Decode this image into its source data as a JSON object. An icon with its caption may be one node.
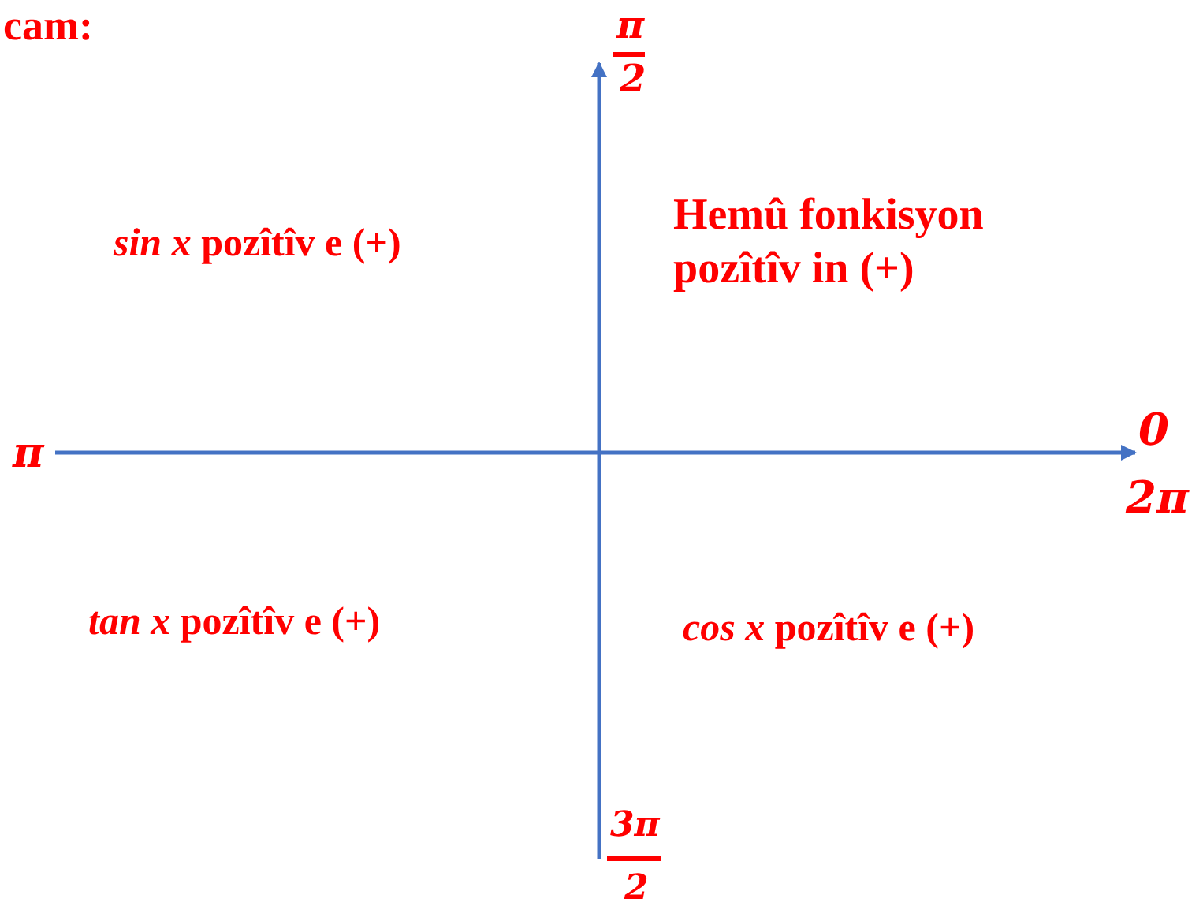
{
  "diagram": {
    "labels": [
      "cam:",
      "π",
      "2",
      "*sin x* pozîtîv e (+)",
      "Hemû fonkisyon pozîtîv in (+)",
      "π",
      "0",
      "2π",
      "*tan x* pozîtîv e (+)",
      "*cos x* pozîtîv e (+)",
      "3π",
      "2"
    ]
  }
}
